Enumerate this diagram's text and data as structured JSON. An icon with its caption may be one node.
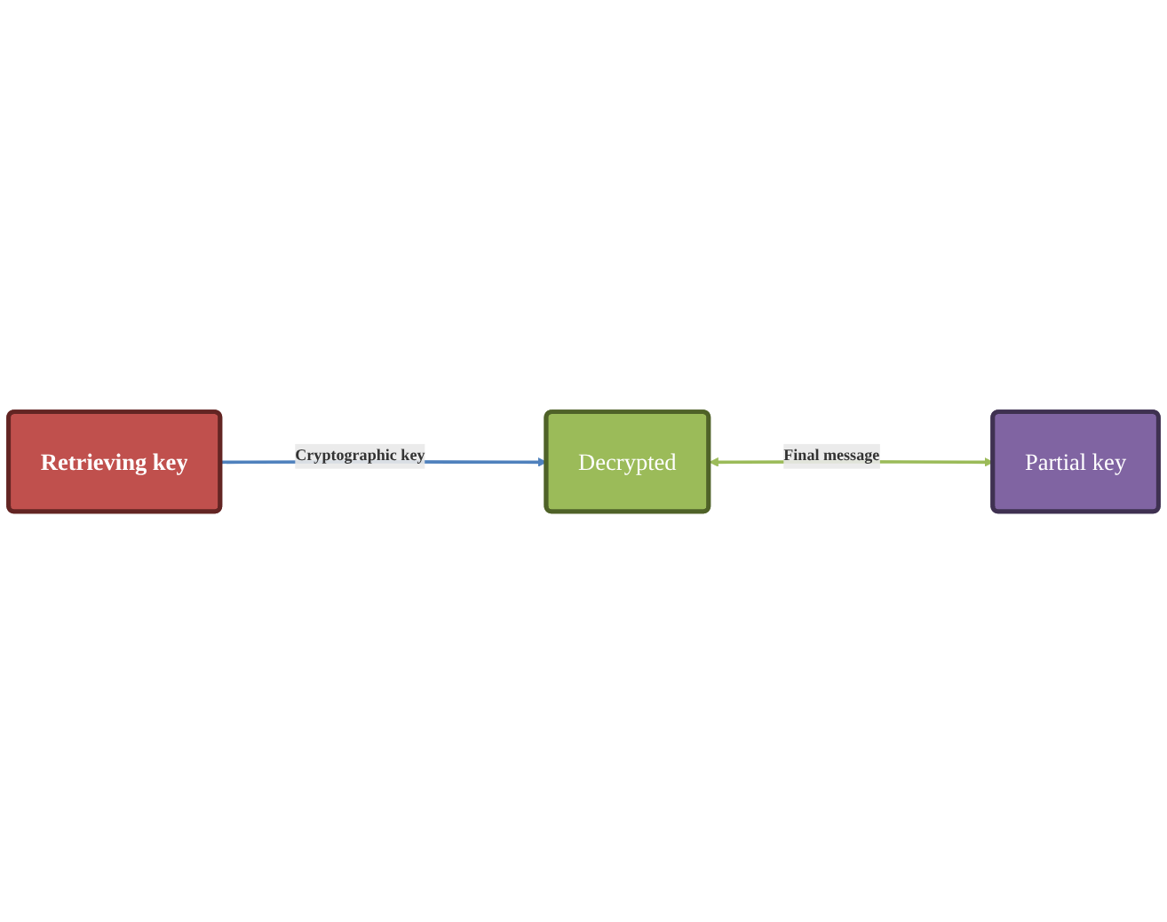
{
  "diagram": {
    "nodes": [
      {
        "text": [
          "Retrieving key"
        ]
      },
      {
        "text": [
          "Decrypted"
        ]
      },
      {
        "text": [
          "Partial key"
        ]
      }
    ],
    "edges": [
      {
        "from": 0,
        "to": 1,
        "arrow": "to",
        "label": "Cryptographic key",
        "color": "#4f81bd"
      },
      {
        "from": 1,
        "to": 2,
        "arrow": "both",
        "label": "Final message",
        "color": "#9bbb59"
      }
    ]
  }
}
